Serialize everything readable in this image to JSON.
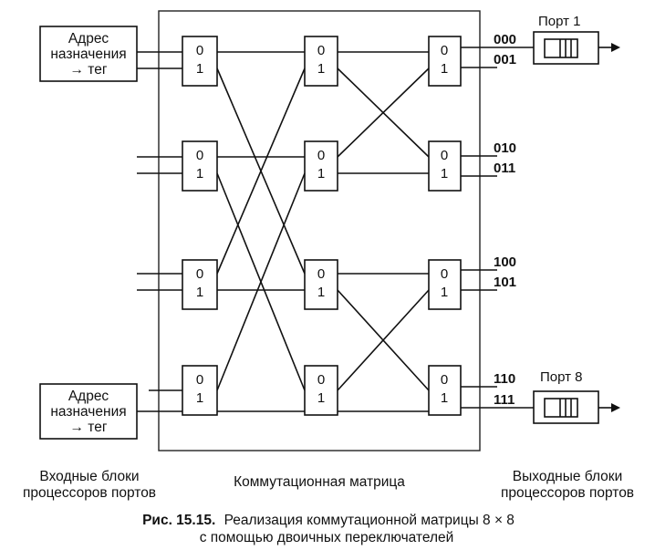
{
  "diagram": {
    "switch_labels": {
      "top": "0",
      "bottom": "1"
    },
    "address_tag": {
      "line1": "Адрес",
      "line2": "назначения",
      "line3": "→ тег"
    },
    "output_codes": [
      "000",
      "001",
      "010",
      "011",
      "100",
      "101",
      "110",
      "111"
    ],
    "ports": {
      "first": "Порт 1",
      "last": "Порт 8"
    },
    "section_labels": {
      "inputs_line1": "Входные блоки",
      "inputs_line2": "процессоров портов",
      "matrix": "Коммутационная матрица",
      "outputs_line1": "Выходные блоки",
      "outputs_line2": "процессоров портов"
    },
    "caption": {
      "figure_no": "Рис. 15.15.",
      "line1": "Реализация коммутационной матрицы 8 × 8",
      "line2": "с помощью двоичных переключателей"
    }
  }
}
